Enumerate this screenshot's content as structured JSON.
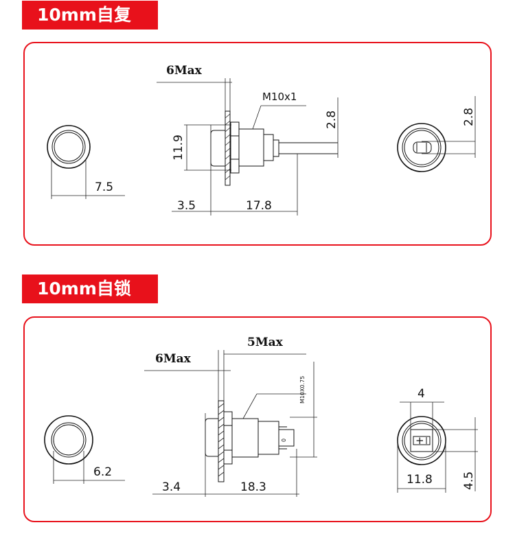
{
  "sections": [
    {
      "title": "10mm自复",
      "front_dim": "7.5",
      "side": {
        "max_label": "6Max",
        "thread": "M10x1",
        "height": "11.9",
        "left_len": "3.5",
        "body_len": "17.8",
        "terminal": "2.8"
      },
      "rear": {
        "terminal": "2.8"
      }
    },
    {
      "title": "10mm自锁",
      "front_dim": "6.2",
      "side": {
        "max_label": "6Max",
        "max_label2": "5Max",
        "thread": "M10X0.75",
        "left_len": "3.4",
        "body_len": "18.3"
      },
      "rear": {
        "top": "4",
        "width": "11.8",
        "height": "4.5",
        "terminal_mark": "+"
      }
    }
  ],
  "side_terminal_mark": "0"
}
